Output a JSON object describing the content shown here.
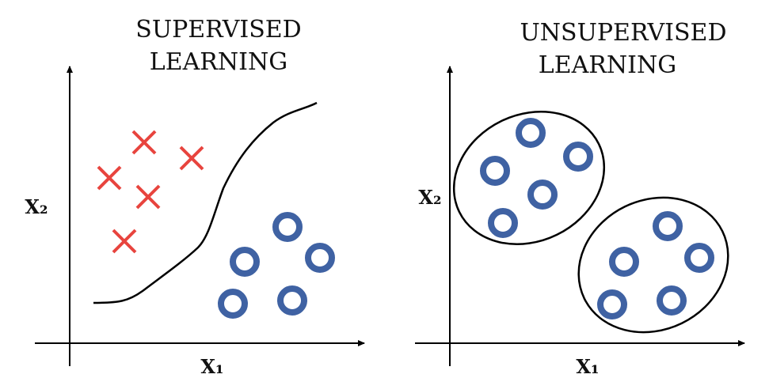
{
  "left_panel": {
    "title_line1": "SUPERVISED",
    "title_line2": "LEARNING",
    "x_label": "X₁",
    "y_label": "X₂"
  },
  "right_panel": {
    "title_line1": "UNSUPERVISED",
    "title_line2": "LEARNING",
    "x_label": "X₁",
    "y_label": "X₂"
  },
  "colors": {
    "cross": "#e8443e",
    "ring": "#3f62a3",
    "line": "#000000"
  },
  "icons": {
    "cross": "cross-icon",
    "ring": "ring-icon"
  }
}
